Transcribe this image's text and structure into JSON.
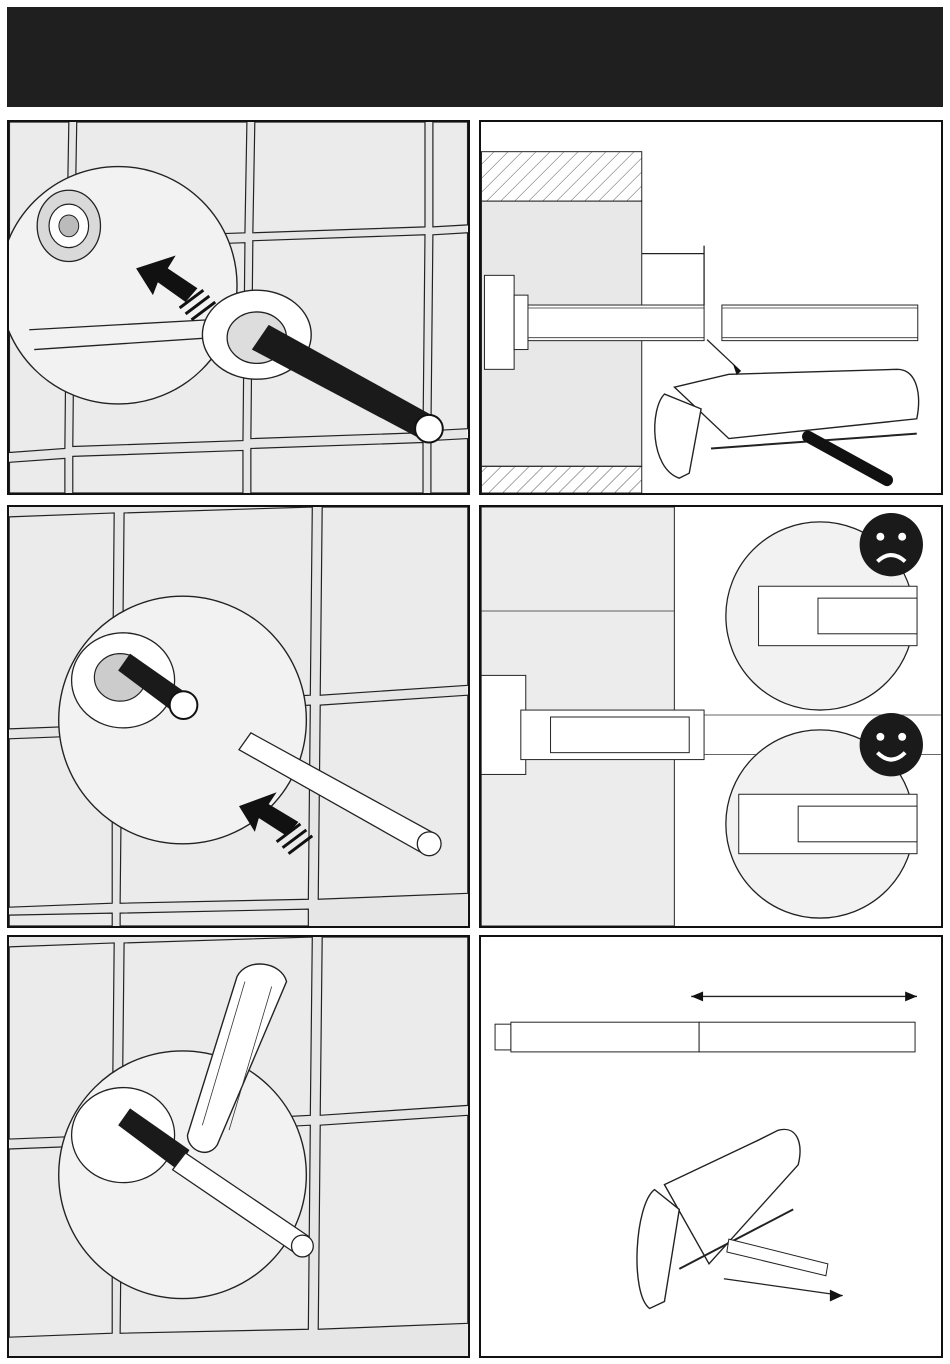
{
  "header": {
    "background": "#1f1f1f"
  },
  "panels": [
    {
      "id": "step-1",
      "depicts": "insert-threaded-extension-into-valve"
    },
    {
      "id": "step-2",
      "depicts": "measure-and-cut-extension-with-hacksaw"
    },
    {
      "id": "step-3",
      "depicts": "insert-rod-into-extension"
    },
    {
      "id": "step-4",
      "depicts": "correct-vs-incorrect-fitting"
    },
    {
      "id": "step-5",
      "depicts": "insert-lever-onto-rod"
    },
    {
      "id": "step-6",
      "depicts": "measure-and-cut-rod-with-hacksaw"
    }
  ],
  "icons": {
    "incorrect": "sad-face-icon",
    "correct": "happy-face-icon"
  }
}
